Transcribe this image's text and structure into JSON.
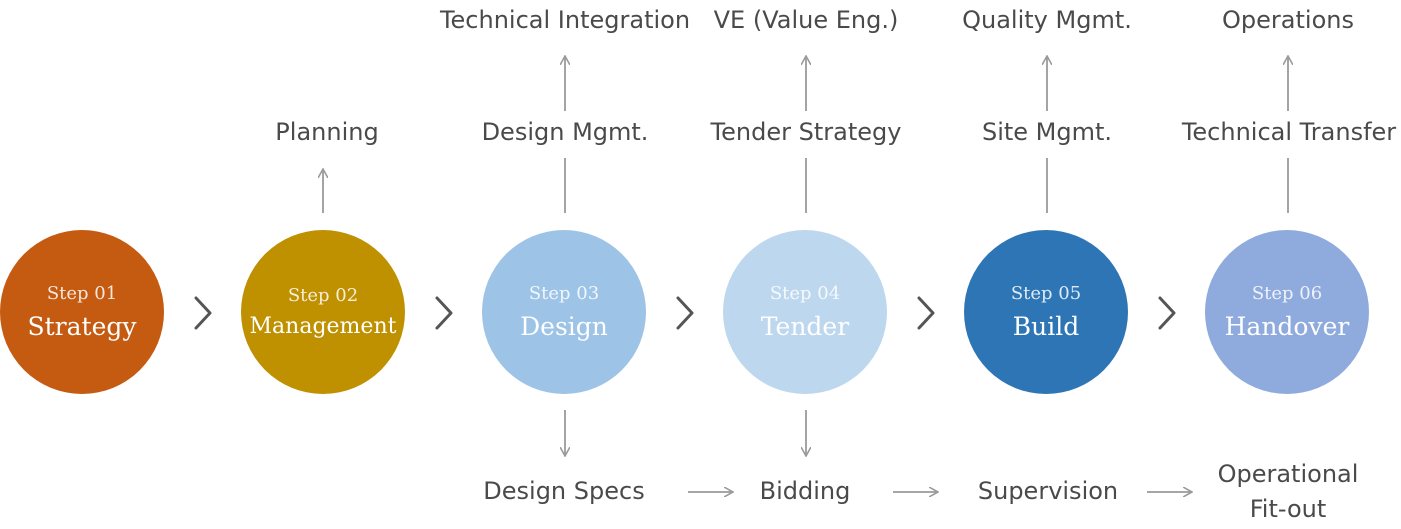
{
  "steps": [
    {
      "step": "Step 01",
      "title": "Strategy",
      "color": "#c55a11"
    },
    {
      "step": "Step 02",
      "title": "Management",
      "color": "#bf9000"
    },
    {
      "step": "Step 03",
      "title": "Design",
      "color": "#9dc3e6"
    },
    {
      "step": "Step 04",
      "title": "Tender",
      "color": "#bdd7ee"
    },
    {
      "step": "Step 05",
      "title": "Build",
      "color": "#2e75b6"
    },
    {
      "step": "Step 06",
      "title": "Handover",
      "color": "#8faadc"
    }
  ],
  "labels": {
    "top": [
      "Technical Integration",
      "VE (Value Eng.)",
      "Quality Mgmt.",
      "Operations"
    ],
    "mid": [
      "Planning",
      "Design Mgmt.",
      "Tender Strategy",
      "Site Mgmt.",
      "Technical Transfer"
    ],
    "bottom": [
      "Design Specs",
      "Bidding",
      "Supervision",
      "Operational Fit-out"
    ]
  },
  "colors": {
    "text": "#4a4a4a",
    "connector": "#9a9a9a",
    "chevron": "#555555"
  }
}
